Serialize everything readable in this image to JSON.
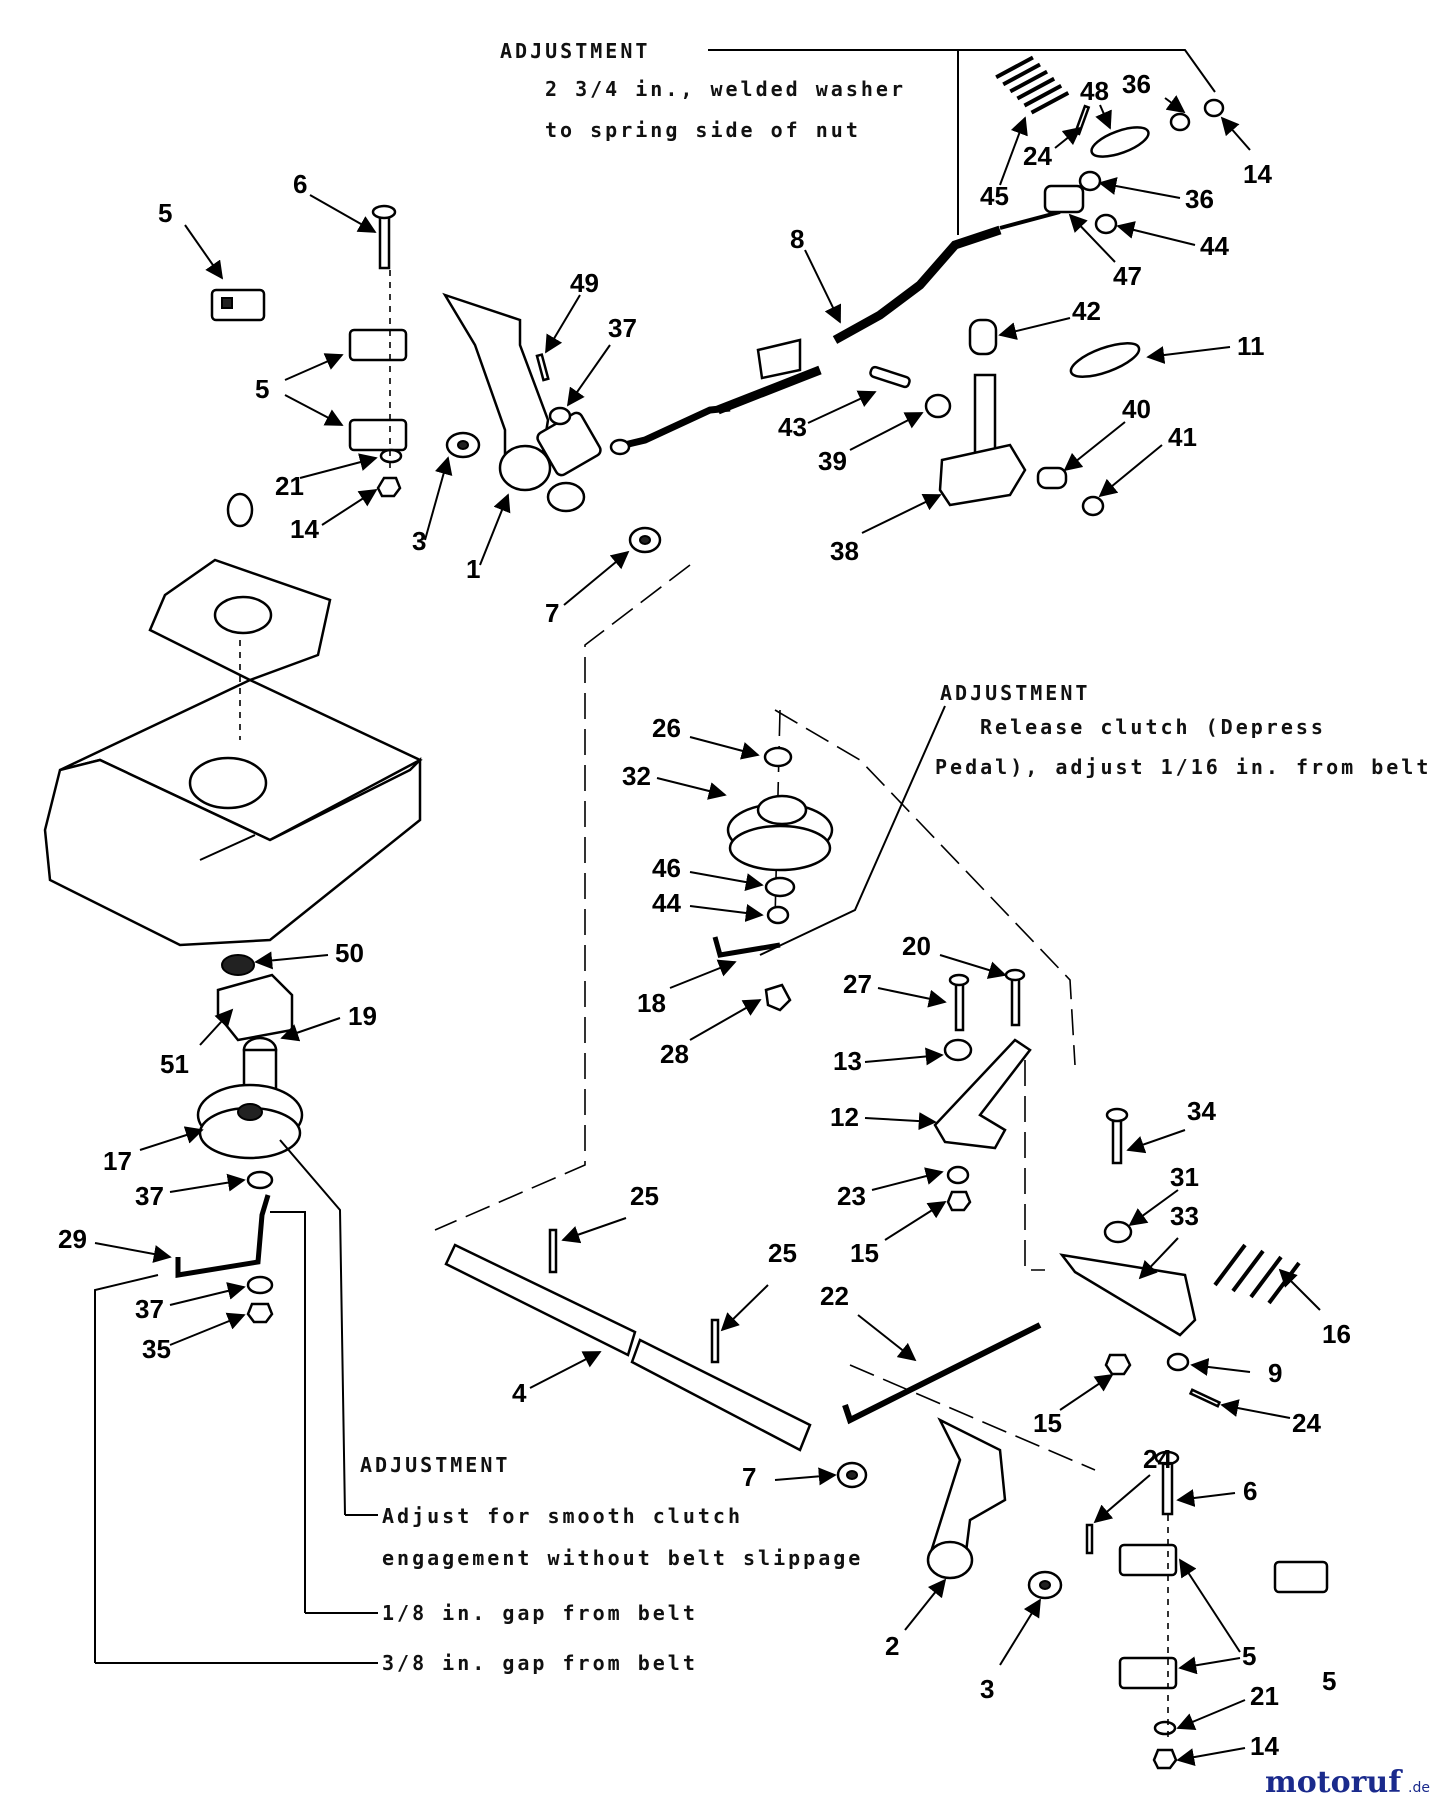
{
  "annotations": {
    "top_right": {
      "title": "ADJUSTMENT",
      "line1": "2 3/4 in., welded washer",
      "line2": "to spring side of nut"
    },
    "middle_right": {
      "title": "ADJUSTMENT",
      "line1": "Release clutch (Depress",
      "line2": "Pedal), adjust 1/16 in. from belt"
    },
    "bottom_left": {
      "title": "ADJUSTMENT",
      "line1": "Adjust for smooth clutch",
      "line2": "engagement without belt slippage",
      "line3": "1/8 in. gap from belt",
      "line4": "3/8 in. gap from belt"
    }
  },
  "callouts": [
    {
      "id": "c-5a",
      "label": "5"
    },
    {
      "id": "c-6a",
      "label": "6"
    },
    {
      "id": "c-5b",
      "label": "5"
    },
    {
      "id": "c-21a",
      "label": "21"
    },
    {
      "id": "c-14a",
      "label": "14"
    },
    {
      "id": "c-3a",
      "label": "3"
    },
    {
      "id": "c-1",
      "label": "1"
    },
    {
      "id": "c-7a",
      "label": "7"
    },
    {
      "id": "c-49",
      "label": "49"
    },
    {
      "id": "c-37a",
      "label": "37"
    },
    {
      "id": "c-8",
      "label": "8"
    },
    {
      "id": "c-45",
      "label": "45"
    },
    {
      "id": "c-24a",
      "label": "24"
    },
    {
      "id": "c-48",
      "label": "48"
    },
    {
      "id": "c-36a",
      "label": "36"
    },
    {
      "id": "c-36b",
      "label": "36"
    },
    {
      "id": "c-14b",
      "label": "14"
    },
    {
      "id": "c-44a",
      "label": "44"
    },
    {
      "id": "c-47",
      "label": "47"
    },
    {
      "id": "c-42",
      "label": "42"
    },
    {
      "id": "c-11",
      "label": "11"
    },
    {
      "id": "c-43",
      "label": "43"
    },
    {
      "id": "c-39",
      "label": "39"
    },
    {
      "id": "c-40",
      "label": "40"
    },
    {
      "id": "c-41",
      "label": "41"
    },
    {
      "id": "c-38",
      "label": "38"
    },
    {
      "id": "c-26",
      "label": "26"
    },
    {
      "id": "c-32",
      "label": "32"
    },
    {
      "id": "c-46",
      "label": "46"
    },
    {
      "id": "c-44b",
      "label": "44"
    },
    {
      "id": "c-18",
      "label": "18"
    },
    {
      "id": "c-28",
      "label": "28"
    },
    {
      "id": "c-27",
      "label": "27"
    },
    {
      "id": "c-20",
      "label": "20"
    },
    {
      "id": "c-13",
      "label": "13"
    },
    {
      "id": "c-12",
      "label": "12"
    },
    {
      "id": "c-23",
      "label": "23"
    },
    {
      "id": "c-15a",
      "label": "15"
    },
    {
      "id": "c-34",
      "label": "34"
    },
    {
      "id": "c-31",
      "label": "31"
    },
    {
      "id": "c-33",
      "label": "33"
    },
    {
      "id": "c-16",
      "label": "16"
    },
    {
      "id": "c-9",
      "label": "9"
    },
    {
      "id": "c-24b",
      "label": "24"
    },
    {
      "id": "c-15b",
      "label": "15"
    },
    {
      "id": "c-50",
      "label": "50"
    },
    {
      "id": "c-51",
      "label": "51"
    },
    {
      "id": "c-19",
      "label": "19"
    },
    {
      "id": "c-17",
      "label": "17"
    },
    {
      "id": "c-37b",
      "label": "37"
    },
    {
      "id": "c-29",
      "label": "29"
    },
    {
      "id": "c-37c",
      "label": "37"
    },
    {
      "id": "c-35",
      "label": "35"
    },
    {
      "id": "c-25a",
      "label": "25"
    },
    {
      "id": "c-25b",
      "label": "25"
    },
    {
      "id": "c-22",
      "label": "22"
    },
    {
      "id": "c-4",
      "label": "4"
    },
    {
      "id": "c-7b",
      "label": "7"
    },
    {
      "id": "c-2",
      "label": "2"
    },
    {
      "id": "c-3b",
      "label": "3"
    },
    {
      "id": "c-24c",
      "label": "24"
    },
    {
      "id": "c-6b",
      "label": "6"
    },
    {
      "id": "c-5c",
      "label": "5"
    },
    {
      "id": "c-5d",
      "label": "5"
    },
    {
      "id": "c-21b",
      "label": "21"
    },
    {
      "id": "c-14c",
      "label": "14"
    }
  ],
  "watermark": {
    "brand": "motoruf",
    "suffix": ".de"
  }
}
